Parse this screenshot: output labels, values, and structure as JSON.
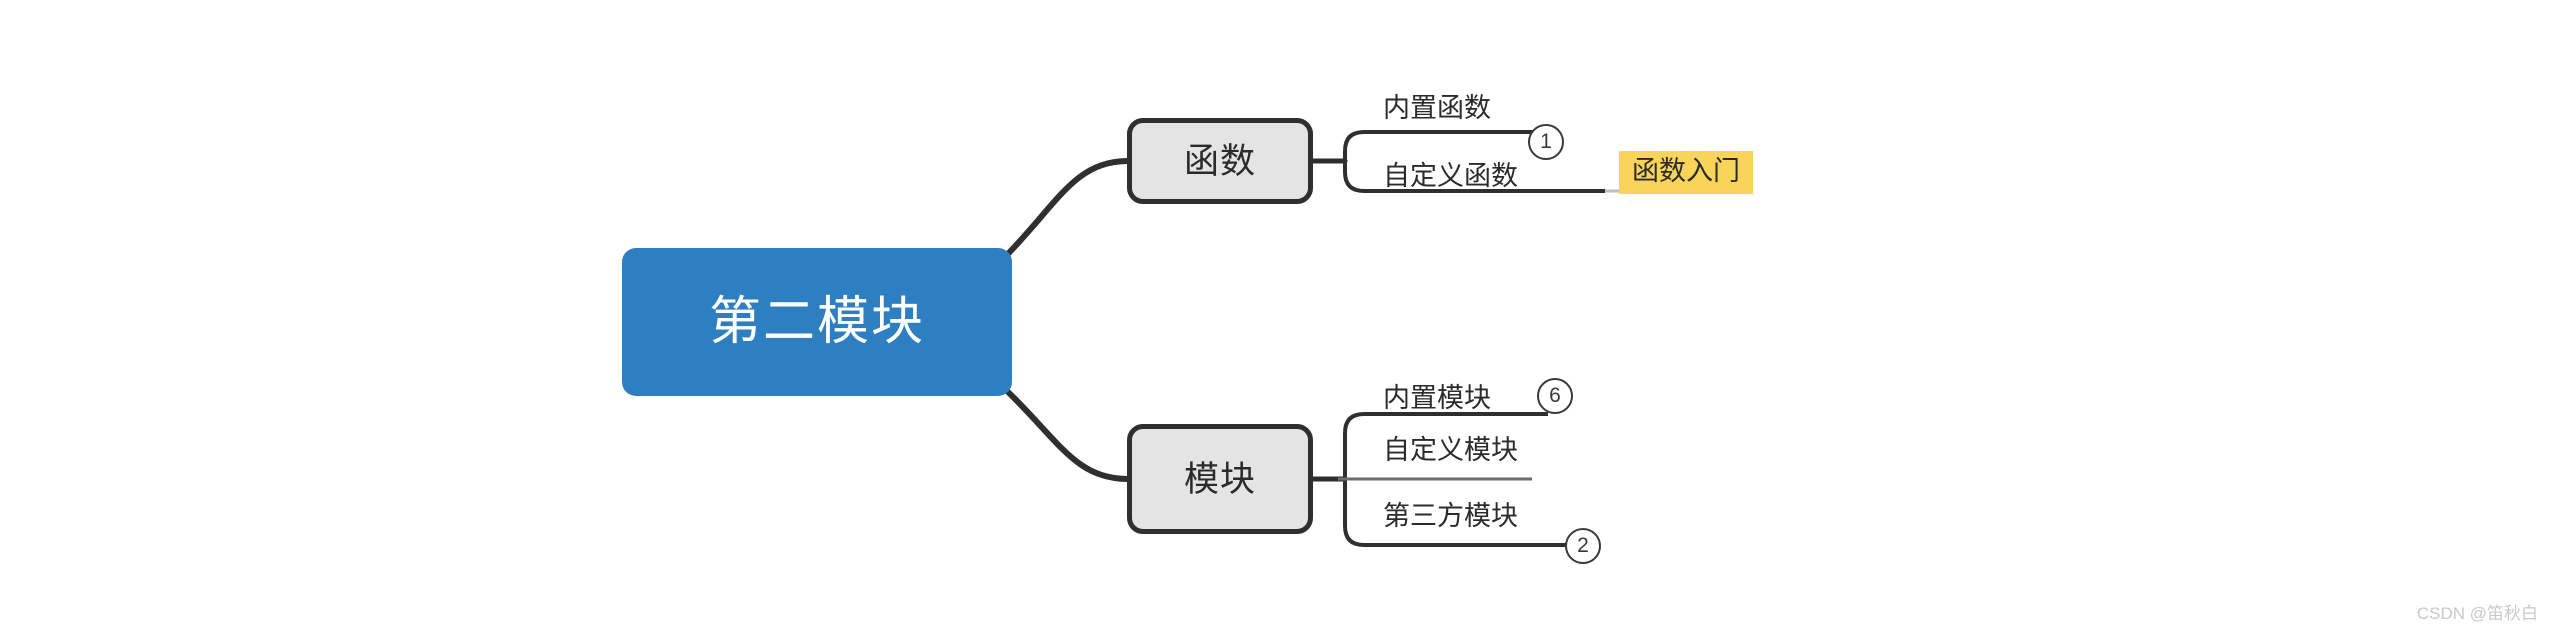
{
  "diagram": {
    "type": "mind-map",
    "root": {
      "label": "第二模块",
      "fill": "#2E7FC1",
      "text_color": "#ffffff"
    },
    "branches": [
      {
        "id": "functions",
        "label": "函数",
        "fill": "#E4E4E4",
        "border": "#2F2F2F",
        "children": [
          {
            "label": "内置函数",
            "badge": "1"
          },
          {
            "label": "自定义函数",
            "badge": null,
            "tag": "函数入门",
            "tag_color": "#F8D55A"
          }
        ]
      },
      {
        "id": "modules",
        "label": "模块",
        "fill": "#E4E4E4",
        "border": "#2F2F2F",
        "children": [
          {
            "label": "内置模块",
            "badge": "6"
          },
          {
            "label": "自定义模块",
            "badge": null
          },
          {
            "label": "第三方模块",
            "badge": "2"
          }
        ]
      }
    ]
  },
  "watermark": "CSDN @笛秋白"
}
